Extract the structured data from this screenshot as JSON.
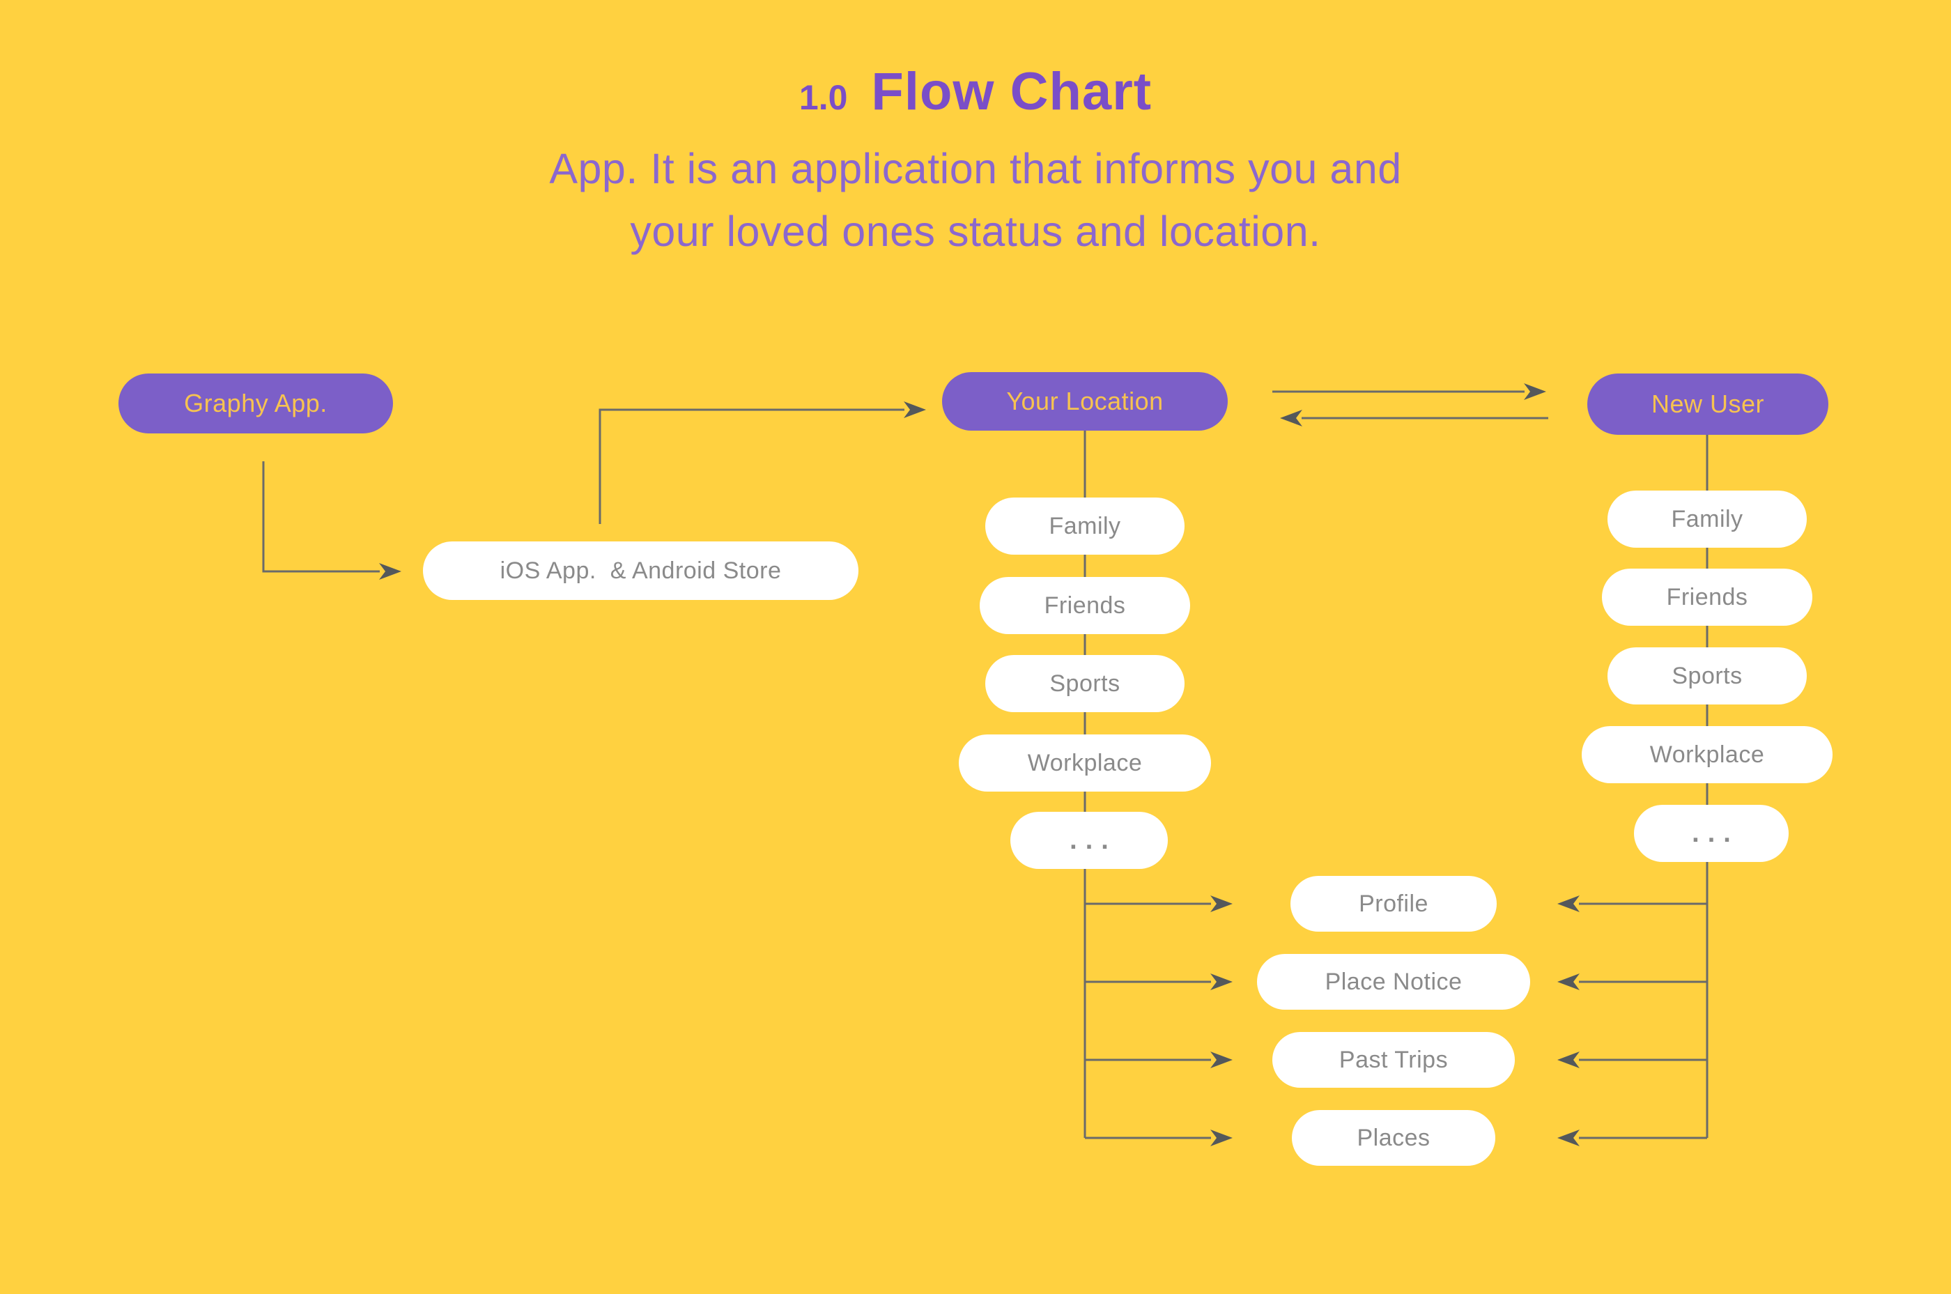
{
  "title": {
    "number": "1.0",
    "label": "Flow Chart"
  },
  "subtitle": {
    "line1": "App. It is an application that informs you and",
    "line2": "your loved ones status and location."
  },
  "nodes": {
    "graphy_app": {
      "label": "Graphy App."
    },
    "ios_android_store": {
      "label": "iOS App.  & Android Store"
    },
    "your_location": {
      "label": "Your Location"
    },
    "new_user": {
      "label": "New User"
    },
    "loc_family": {
      "label": "Family"
    },
    "loc_friends": {
      "label": "Friends"
    },
    "loc_sports": {
      "label": "Sports"
    },
    "loc_workplace": {
      "label": "Workplace"
    },
    "loc_more": {
      "label": "..."
    },
    "user_family": {
      "label": "Family"
    },
    "user_friends": {
      "label": "Friends"
    },
    "user_sports": {
      "label": "Sports"
    },
    "user_workplace": {
      "label": "Workplace"
    },
    "user_more": {
      "label": "..."
    },
    "profile": {
      "label": "Profile"
    },
    "place_notice": {
      "label": "Place Notice"
    },
    "past_trips": {
      "label": "Past Trips"
    },
    "places": {
      "label": "Places"
    }
  },
  "edges": [
    {
      "from": "graphy_app",
      "to": "ios_android_store",
      "arrow": "right"
    },
    {
      "from": "ios_android_store",
      "to": "your_location",
      "arrow": "right"
    },
    {
      "from": "your_location",
      "to": "new_user",
      "arrow": "right"
    },
    {
      "from": "new_user",
      "to": "your_location",
      "arrow": "left"
    },
    {
      "from": "your_location",
      "to": "loc_family,loc_friends,loc_sports,loc_workplace,loc_more",
      "arrow": "none"
    },
    {
      "from": "new_user",
      "to": "user_family,user_friends,user_sports,user_workplace,user_more",
      "arrow": "none"
    },
    {
      "from": "your_location",
      "to": "profile",
      "arrow": "right"
    },
    {
      "from": "your_location",
      "to": "place_notice",
      "arrow": "right"
    },
    {
      "from": "your_location",
      "to": "past_trips",
      "arrow": "right"
    },
    {
      "from": "your_location",
      "to": "places",
      "arrow": "right"
    },
    {
      "from": "new_user",
      "to": "profile",
      "arrow": "left"
    },
    {
      "from": "new_user",
      "to": "place_notice",
      "arrow": "left"
    },
    {
      "from": "new_user",
      "to": "past_trips",
      "arrow": "left"
    },
    {
      "from": "new_user",
      "to": "places",
      "arrow": "left"
    }
  ],
  "colors": {
    "background": "#FFD140",
    "node_purple": "#7C5FC8",
    "node_white": "#FFFFFF",
    "purple_node_text": "#F7C350",
    "white_node_text": "#8A8A8A",
    "title_purple": "#7A4EC8",
    "subtitle_purple": "#8B67CE",
    "connector_line": "#6A6A6A",
    "arrowhead": "#54585B"
  }
}
